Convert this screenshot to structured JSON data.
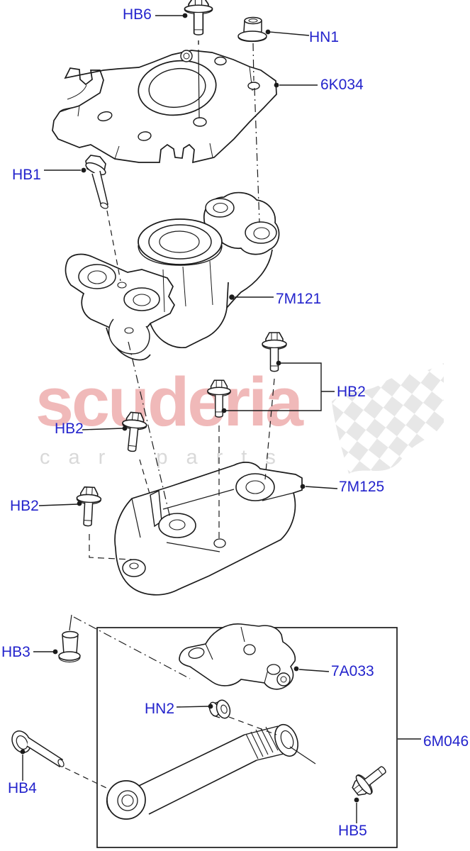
{
  "watermark": {
    "name": "scuderia",
    "tagline": "car parts"
  },
  "callouts": [
    {
      "id": "HB6",
      "text": "HB6"
    },
    {
      "id": "HN1",
      "text": "HN1"
    },
    {
      "id": "6K034",
      "text": "6K034"
    },
    {
      "id": "HB1",
      "text": "HB1"
    },
    {
      "id": "7M121",
      "text": "7M121"
    },
    {
      "id": "HB2-right",
      "text": "HB2"
    },
    {
      "id": "HB2-upper-left",
      "text": "HB2"
    },
    {
      "id": "HB2-lower-left",
      "text": "HB2"
    },
    {
      "id": "7M125",
      "text": "7M125"
    },
    {
      "id": "HB3",
      "text": "HB3"
    },
    {
      "id": "7A033",
      "text": "7A033"
    },
    {
      "id": "HN2",
      "text": "HN2"
    },
    {
      "id": "6M046",
      "text": "6M046"
    },
    {
      "id": "HB4",
      "text": "HB4"
    },
    {
      "id": "HB5",
      "text": "HB5"
    }
  ],
  "colors": {
    "callout_blue": "#2323cc",
    "line_black": "#1b1b1b",
    "watermark_pink": "#f0b9b9",
    "watermark_gray": "#d9d9d9",
    "flag_gray": "#e7e7e7"
  }
}
